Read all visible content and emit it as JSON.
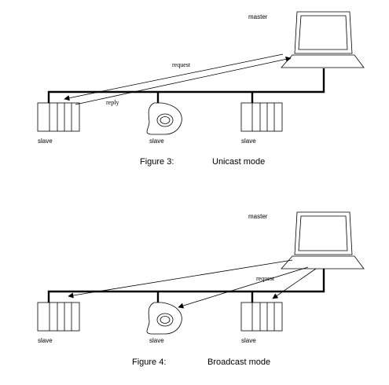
{
  "figures": [
    {
      "caption_number": "Figure 3:",
      "caption_mode": "Unicast mode",
      "master_label": "master",
      "message_label_request": "request",
      "message_label_reply": "reply",
      "slaves": [
        "slave",
        "slave",
        "slave"
      ]
    },
    {
      "caption_number": "Figure 4:",
      "caption_mode": "Broadcast mode",
      "master_label": "master",
      "message_label_request": "request",
      "slaves": [
        "slave",
        "slave",
        "slave"
      ]
    }
  ]
}
